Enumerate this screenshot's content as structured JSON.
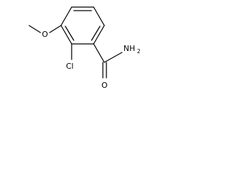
{
  "molecule": {
    "atoms": {
      "methoxy_oxygen": "O",
      "chlorine": "Cl",
      "amide_nitrogen": "NH",
      "amide_hydrogen_count": "2",
      "carbonyl_oxygen": "O"
    }
  }
}
